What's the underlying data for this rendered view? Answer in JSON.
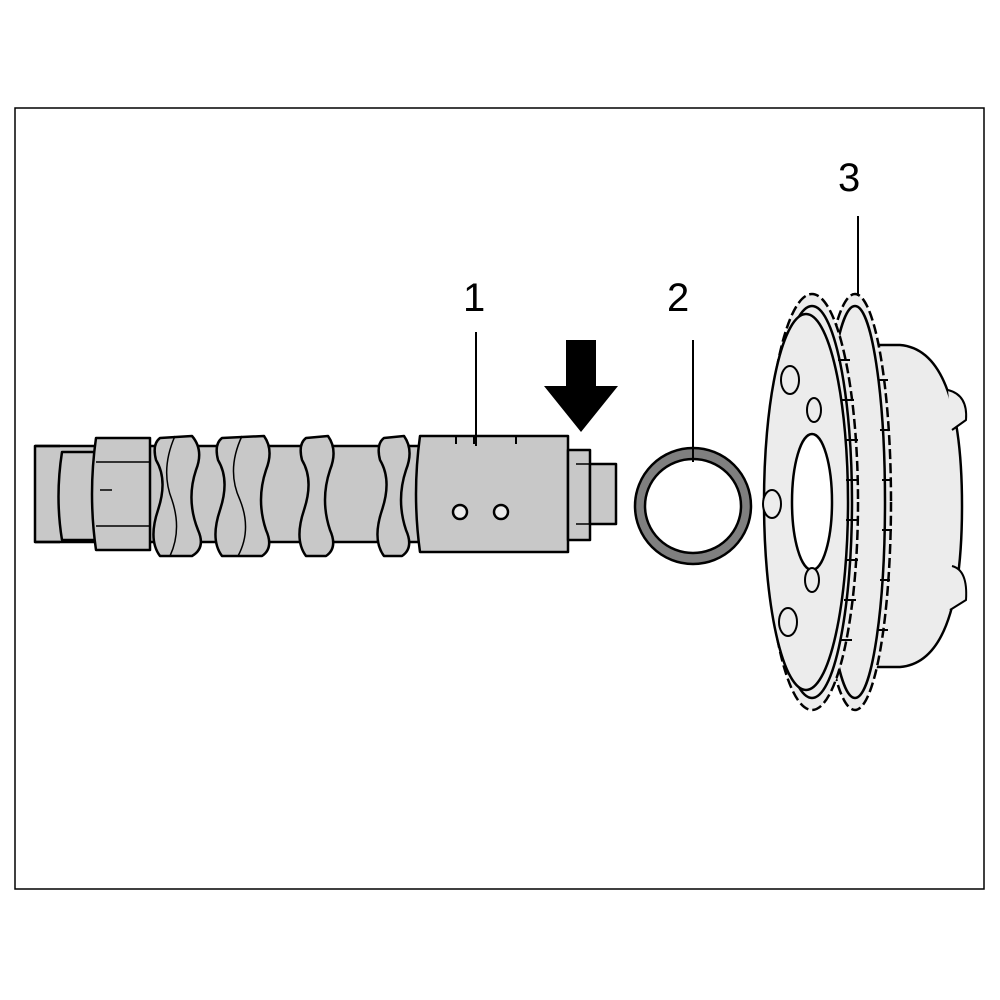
{
  "callouts": {
    "camshaft": "1",
    "ring": "2",
    "sprocket": "3"
  },
  "colors": {
    "outline": "#000000",
    "metal_fill": "#c8c8c8",
    "light_fill": "#ececec",
    "ring_band": "#7f7f7f",
    "background": "#ffffff"
  },
  "icons": {
    "direction_arrow": "arrow-down-icon"
  }
}
